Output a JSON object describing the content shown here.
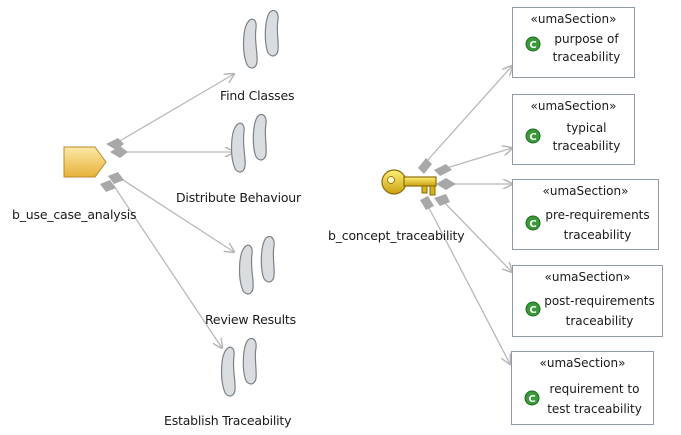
{
  "activity": {
    "name": "b_use_case_analysis",
    "steps": [
      {
        "label": "Find Classes"
      },
      {
        "label": "Distribute Behaviour"
      },
      {
        "label": "Review Results"
      },
      {
        "label": "Establish Traceability"
      }
    ]
  },
  "concept": {
    "name": "b_concept_traceability",
    "sections": [
      {
        "stereotype": "«umaSection»",
        "line1": "purpose of",
        "line2": "traceability"
      },
      {
        "stereotype": "«umaSection»",
        "line1": "typical",
        "line2": "traceability"
      },
      {
        "stereotype": "«umaSection»",
        "line1": "pre-requirements",
        "line2": "traceability"
      },
      {
        "stereotype": "«umaSection»",
        "line1": "post-requirements",
        "line2": "traceability"
      },
      {
        "stereotype": "«umaSection»",
        "line1": "requirement to",
        "line2": "test traceability"
      }
    ]
  },
  "colors": {
    "connector": "#b9b9b9",
    "activity_fill": "#f2c14e",
    "key_fill": "#e8c21c",
    "c_icon_fill": "#3a9a3a",
    "box_border": "#8f9aa6"
  },
  "icons": {
    "activity": "activity-pentagon-icon",
    "step": "footprints-icon",
    "concept": "key-icon",
    "section": "class-c-icon"
  }
}
